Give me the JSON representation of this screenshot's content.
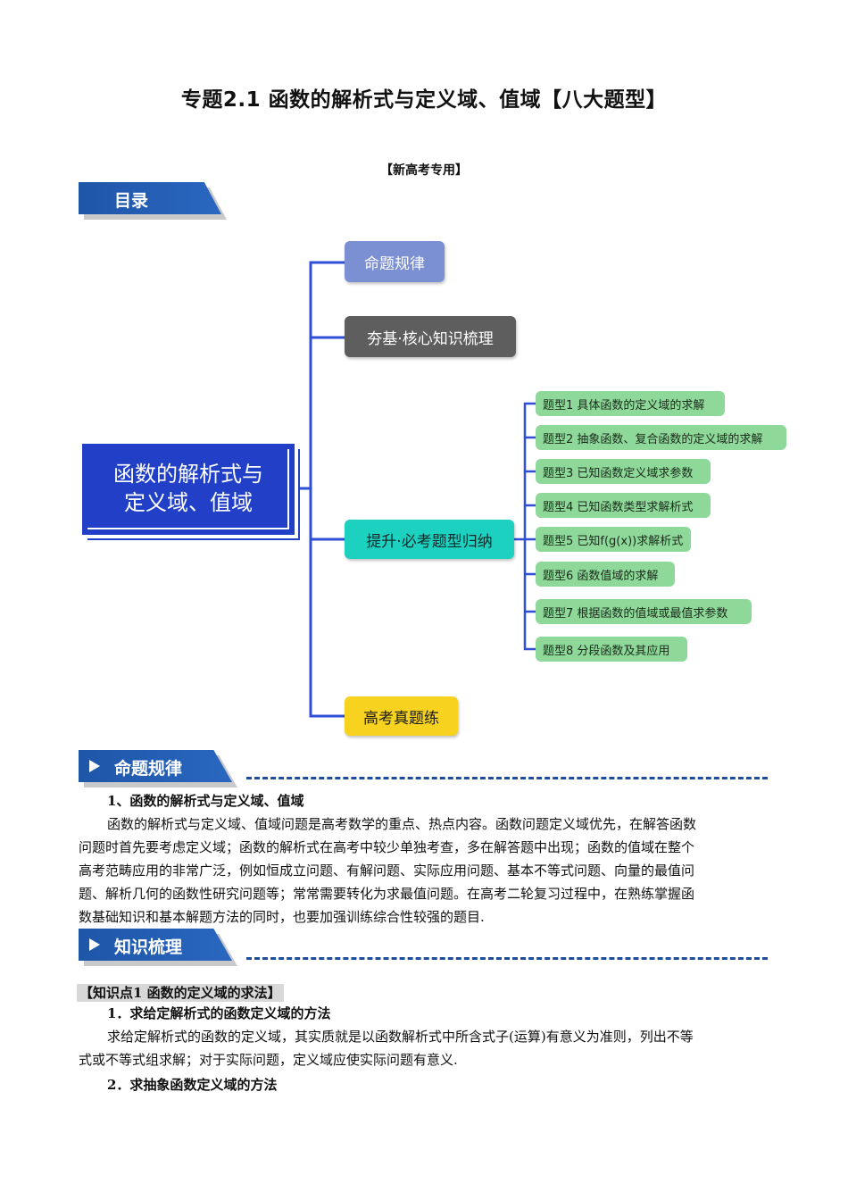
{
  "doc": {
    "title": "专题2.1 函数的解析式与定义域、值域【八大题型】",
    "subtitle": "【新高考专用】"
  },
  "sections": {
    "toc": "目录",
    "rules": "命题规律",
    "knowledge": "知识梳理"
  },
  "mindmap": {
    "root": [
      "函数的解析式与",
      "定义域、值域"
    ],
    "branches": [
      "命题规律",
      "夯基·核心知识梳理",
      "提升·必考题型归纳",
      "高考真题练"
    ],
    "leaves": [
      "题型1 具体函数的定义域的求解",
      "题型2 抽象函数、复合函数的定义域的求解",
      "题型3 已知函数定义域求参数",
      "题型4 已知函数类型求解析式",
      "题型5 已知f(g(x))求解析式",
      "题型6 函数值域的求解",
      "题型7 根据函数的值域或最值求参数",
      "题型8 分段函数及其应用"
    ],
    "colors": {
      "root": "#2140c7",
      "rules": "#7b8fd3",
      "core": "#5e5e5e",
      "improve": "#1cd1c0",
      "exam": "#f7d21e",
      "leaf": "#8ed99a",
      "line": "#2f4fd6"
    }
  },
  "rules_content": {
    "heading": "1、函数的解析式与定义域、值域",
    "lines": [
      "函数的解析式与定义域、值域问题是高考数学的重点、热点内容。函数问题定义域优先，在解答函数",
      "问题时首先要考虑定义域；函数的解析式在高考中较少单独考查，多在解答题中出现；函数的值域在整个",
      "高考范畴应用的非常广泛，例如恒成立问题、有解问题、实际应用问题、基本不等式问题、向量的最值问",
      "题、解析几何的函数性研究问题等；常常需要转化为求最值问题。在高考二轮复习过程中，在熟练掌握函",
      "数基础知识和基本解题方法的同时，也要加强训练综合性较强的题目."
    ]
  },
  "knowledge_content": {
    "point": "【知识点1  函数的定义域的求法】",
    "h1": "1．求给定解析式的函数定义域的方法",
    "lines": [
      "求给定解析式的函数的定义域，其实质就是以函数解析式中所含式子(运算)有意义为准则，列出不等",
      "式或不等式组求解；对于实际问题，定义域应使实际问题有意义."
    ],
    "h2": "2．求抽象函数定义域的方法"
  }
}
